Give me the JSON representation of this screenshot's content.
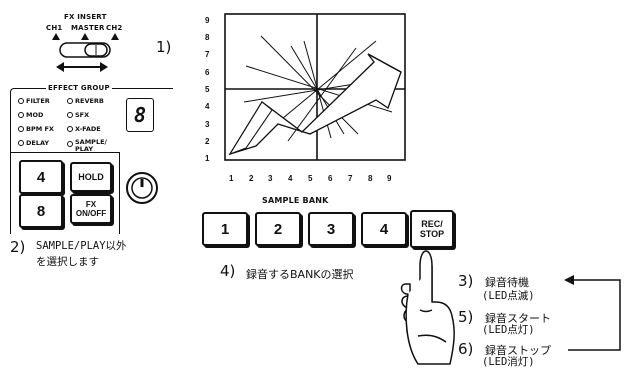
{
  "fx_insert": {
    "title": "FX INSERT",
    "positions": [
      "CH1",
      "MASTER",
      "CH2"
    ],
    "step_label": "1)"
  },
  "effect_group": {
    "title": "EFFECT GROUP",
    "left_items": [
      "FILTER",
      "MOD",
      "BPM FX",
      "DELAY"
    ],
    "right_items": [
      "REVERB",
      "SFX",
      "X-FADE",
      "SAMPLE/\nPLAY"
    ],
    "display_value": "8"
  },
  "panel_keys": {
    "k4": "4",
    "hold": "HOLD",
    "k8": "8",
    "fx_onoff": "FX\nON/OFF"
  },
  "step2": {
    "number": "2)",
    "line1": "SAMPLE/PLAY以外",
    "line2": "を選択します"
  },
  "pad_grid": {
    "x_labels": [
      "1",
      "2",
      "3",
      "4",
      "5",
      "6",
      "7",
      "8",
      "9"
    ],
    "y_labels": [
      "9",
      "8",
      "7",
      "6",
      "5",
      "4",
      "3",
      "2",
      "1"
    ]
  },
  "sample_bank": {
    "title": "SAMPLE BANK",
    "keys": [
      "1",
      "2",
      "3",
      "4"
    ],
    "rec_stop": "REC/\nSTOP"
  },
  "step4": {
    "number": "4)",
    "text": "録音するBANKの選択"
  },
  "status_steps": [
    {
      "number": "3)",
      "title": "録音待機",
      "sub": "(LED点滅)"
    },
    {
      "number": "5)",
      "title": "録音スタート",
      "sub": "(LED点灯)"
    },
    {
      "number": "6)",
      "title": "録音ストップ",
      "sub": "(LED消灯)"
    }
  ]
}
